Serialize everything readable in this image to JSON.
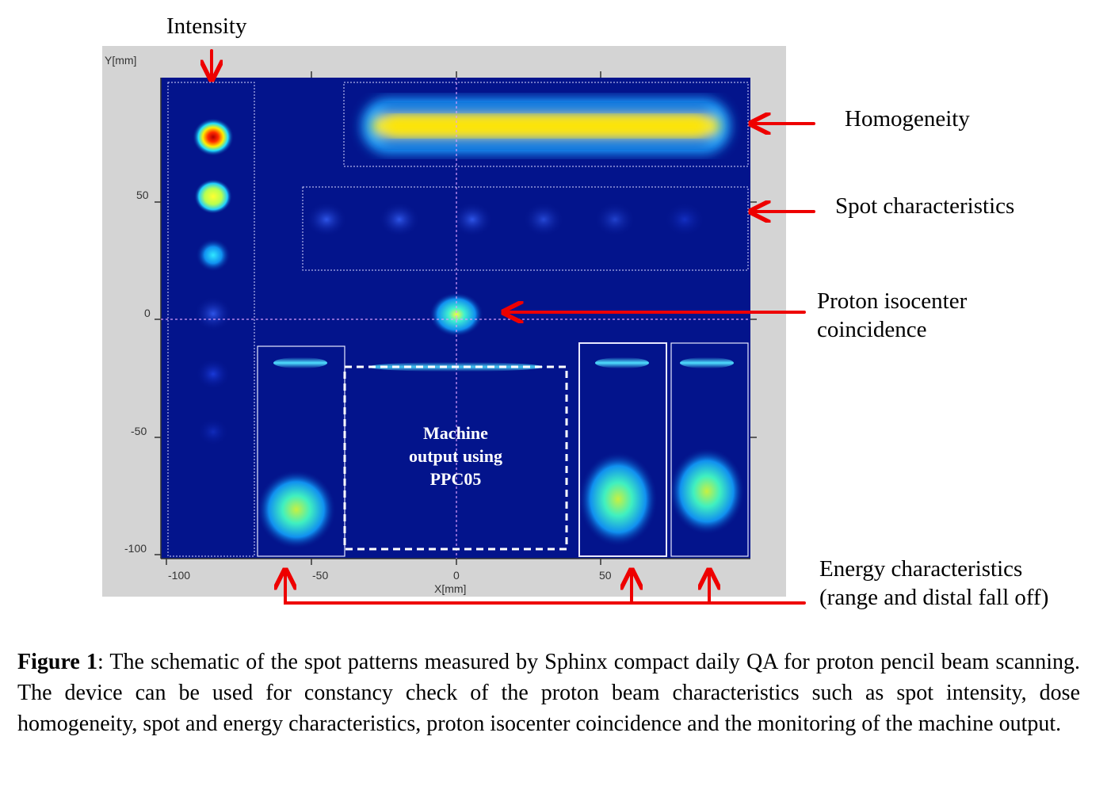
{
  "figure": {
    "axis": {
      "x_label": "X[mm]",
      "y_label": "Y[mm]",
      "x_ticks": [
        "-100",
        "-50",
        "0",
        "50"
      ],
      "y_ticks": [
        "50",
        "0",
        "-50",
        "-100"
      ]
    },
    "inner_label_lines": [
      "Machine",
      "output using",
      "PPC05"
    ],
    "annotations": {
      "intensity": "Intensity",
      "homogeneity": "Homogeneity",
      "spot": "Spot characteristics",
      "isocenter_1": "Proton isocenter",
      "isocenter_2": "coincidence",
      "energy_1": "Energy characteristics",
      "energy_2": "(range and distal fall off)"
    },
    "colors": {
      "background": "#03148c",
      "arrow": "#ee0000",
      "frame": "#d4d4d4"
    }
  },
  "caption": {
    "label": "Figure 1",
    "text": ": The schematic of the spot patterns measured by Sphinx compact daily QA for proton pencil beam scanning. The device can be used for constancy check of the proton beam characteristics such as spot intensity, dose homogeneity, spot and energy characteristics, proton isocenter coincidence and the monitoring of the machine output."
  }
}
